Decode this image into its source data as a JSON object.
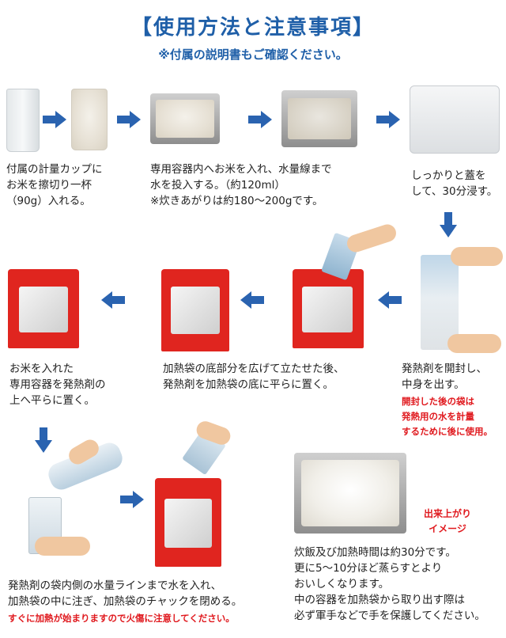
{
  "header": {
    "title": "【使用方法と注意事項】",
    "subtitle": "※付属の説明書もご確認ください。"
  },
  "steps": {
    "step1": [
      "付属の計量カップに",
      "お米を擦切り一杯",
      "（90g）入れる。"
    ],
    "step2": [
      "専用容器内へお米を入れ、水量線まで",
      "水を投入する。（約120ml）",
      "※炊きあがりは約180～200gです。"
    ],
    "step3": [
      "しっかりと蓋を",
      "して、30分浸す。"
    ],
    "step4": [
      "発熱剤を開封し、",
      "中身を出す。"
    ],
    "step4_note": [
      "開封した後の袋は",
      "発熱用の水を計量",
      "するために後に使用。"
    ],
    "step5": [
      "加熱袋の底部分を広げて立たせた後、",
      "発熱剤を加熱袋の底に平らに置く。"
    ],
    "step6": [
      "お米を入れた",
      "専用容器を発熱剤の",
      "上へ平らに置く。"
    ],
    "step7": [
      "発熱剤の袋内側の水量ラインまで水を入れ、",
      "加熱袋の中に注ぎ、加熱袋のチャックを閉める。"
    ],
    "step7_note": "すぐに加熱が始まりますので火傷に注意してください。",
    "result_label": [
      "出来上がり",
      "イメージ"
    ],
    "final": [
      "炊飯及び加熱時間は約30分です。",
      "更に5～10分ほど蒸らすとより",
      "おいしくなります。",
      "中の容器を加熱袋から取り出す際は",
      "必ず軍手などで手を保護してください。"
    ]
  },
  "colors": {
    "accent": "#1f5fa8",
    "arrow": "#2a63b0",
    "warning": "#e0191e",
    "bag": "#e0251f"
  },
  "icons": [
    "arrow-right-icon",
    "arrow-left-icon",
    "arrow-down-icon"
  ]
}
